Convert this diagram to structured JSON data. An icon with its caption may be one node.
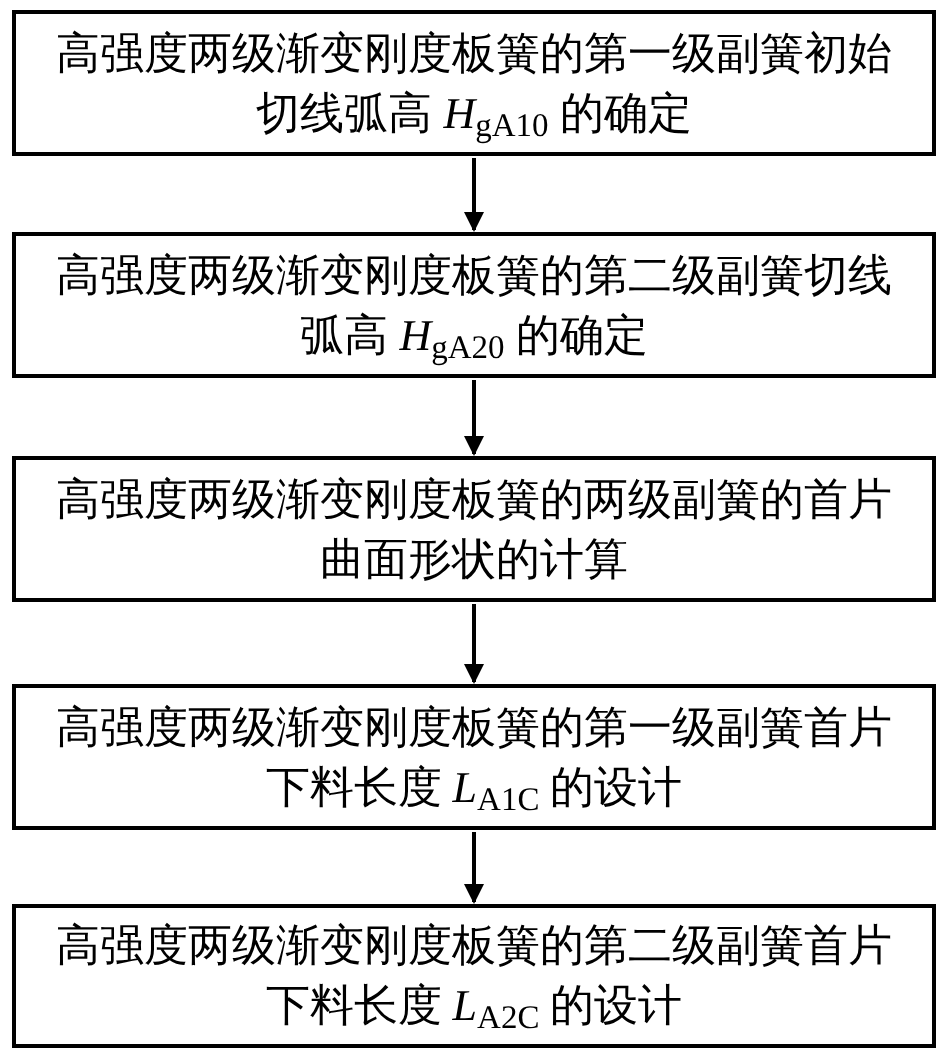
{
  "diagram": {
    "nodes": [
      {
        "text": [
          "高强度两级渐变刚度板簧的第一级副簧初始切线弧高 *H*$_{gA10}$ 的确定"
        ]
      },
      {
        "text": [
          "高强度两级渐变刚度板簧的第二级副簧切线弧高 *H*$_{gA20}$ 的确定"
        ]
      },
      {
        "text": [
          "高强度两级渐变刚度板簧的两级副簧的首片曲面形状的计算"
        ]
      },
      {
        "text": [
          "高强度两级渐变刚度板簧的第一级副簧首片下料长度 *L*$_{A1C}$ 的设计"
        ]
      },
      {
        "text": [
          "高强度两级渐变刚度板簧的第二级副簧首片下料长度 *L*$_{A2C}$ 的设计"
        ]
      }
    ],
    "edges": [
      {
        "from": 0,
        "to": 1,
        "arrow": "to"
      },
      {
        "from": 1,
        "to": 2,
        "arrow": "to"
      },
      {
        "from": 2,
        "to": 3,
        "arrow": "to"
      },
      {
        "from": 3,
        "to": 4,
        "arrow": "to"
      }
    ]
  }
}
